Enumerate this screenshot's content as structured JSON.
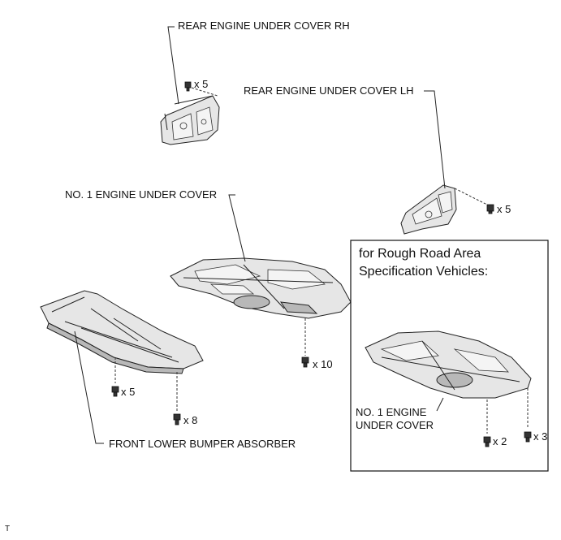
{
  "labels": {
    "rear_rh": "REAR ENGINE UNDER COVER RH",
    "rear_lh": "REAR ENGINE UNDER COVER LH",
    "no1_cover": "NO. 1 ENGINE UNDER COVER",
    "front_absorber": "FRONT LOWER BUMPER ABSORBER"
  },
  "quantities": {
    "rear_rh_fasteners": "x 5",
    "rear_lh_fasteners": "x 5",
    "no1_cover_bolts": "x 10",
    "absorber_clips": "x 5",
    "absorber_bolts": "x 8"
  },
  "inset": {
    "title_line1": "for Rough Road Area",
    "title_line2": "Specification Vehicles:",
    "cover_label_line1": "NO. 1 ENGINE",
    "cover_label_line2": "UNDER COVER",
    "qty_a": "x 2",
    "qty_b": "x 3"
  },
  "footer_mark": "T"
}
